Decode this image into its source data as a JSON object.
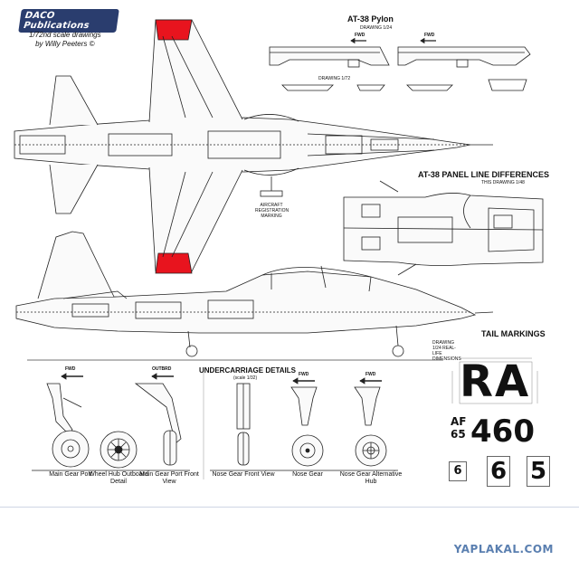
{
  "logo": {
    "text": "DACO Publications"
  },
  "credit": {
    "line1": "1/72nd scale drawings",
    "line2": "by Willy Peeters ©"
  },
  "pylon": {
    "title": "AT-38 Pylon",
    "subtitle": "DRAWING 1/24",
    "fwd_left": "FWD",
    "fwd_right": "FWD",
    "drawing_scale": "DRAWING 1/72"
  },
  "panel": {
    "title": "AT-38 PANEL LINE DIFFERENCES",
    "subtitle": "THIS DRAWING 1/48"
  },
  "registration": {
    "label": "AIRCRAFT REGISTRATION MARKING"
  },
  "undercarriage": {
    "title": "UNDERCARRIAGE DETAILS",
    "subtitle": "(scale 1/32)",
    "labels": {
      "fwd": "FWD",
      "outbrd": "OUTBRD"
    },
    "captions": [
      "Main Gear Port",
      "Wheel Hub Outboard Detail",
      "Main Gear Port Front View",
      "Nose Gear Front View",
      "Nose Gear",
      "Nose Gear Alternative Hub"
    ]
  },
  "tail": {
    "title": "TAIL MARKINGS",
    "note": "DRAWING 1/24 REAL-LIFE DIMENSIONS",
    "code": "RA",
    "af": "AF",
    "year": "65",
    "serial": "460",
    "digits": [
      "6",
      "6",
      "5"
    ]
  },
  "colors": {
    "accent_red": "#e8141e",
    "ink": "#111111",
    "watermark": "#5a7fb0"
  },
  "watermark": {
    "text": "YAPLAKAL.COM"
  }
}
